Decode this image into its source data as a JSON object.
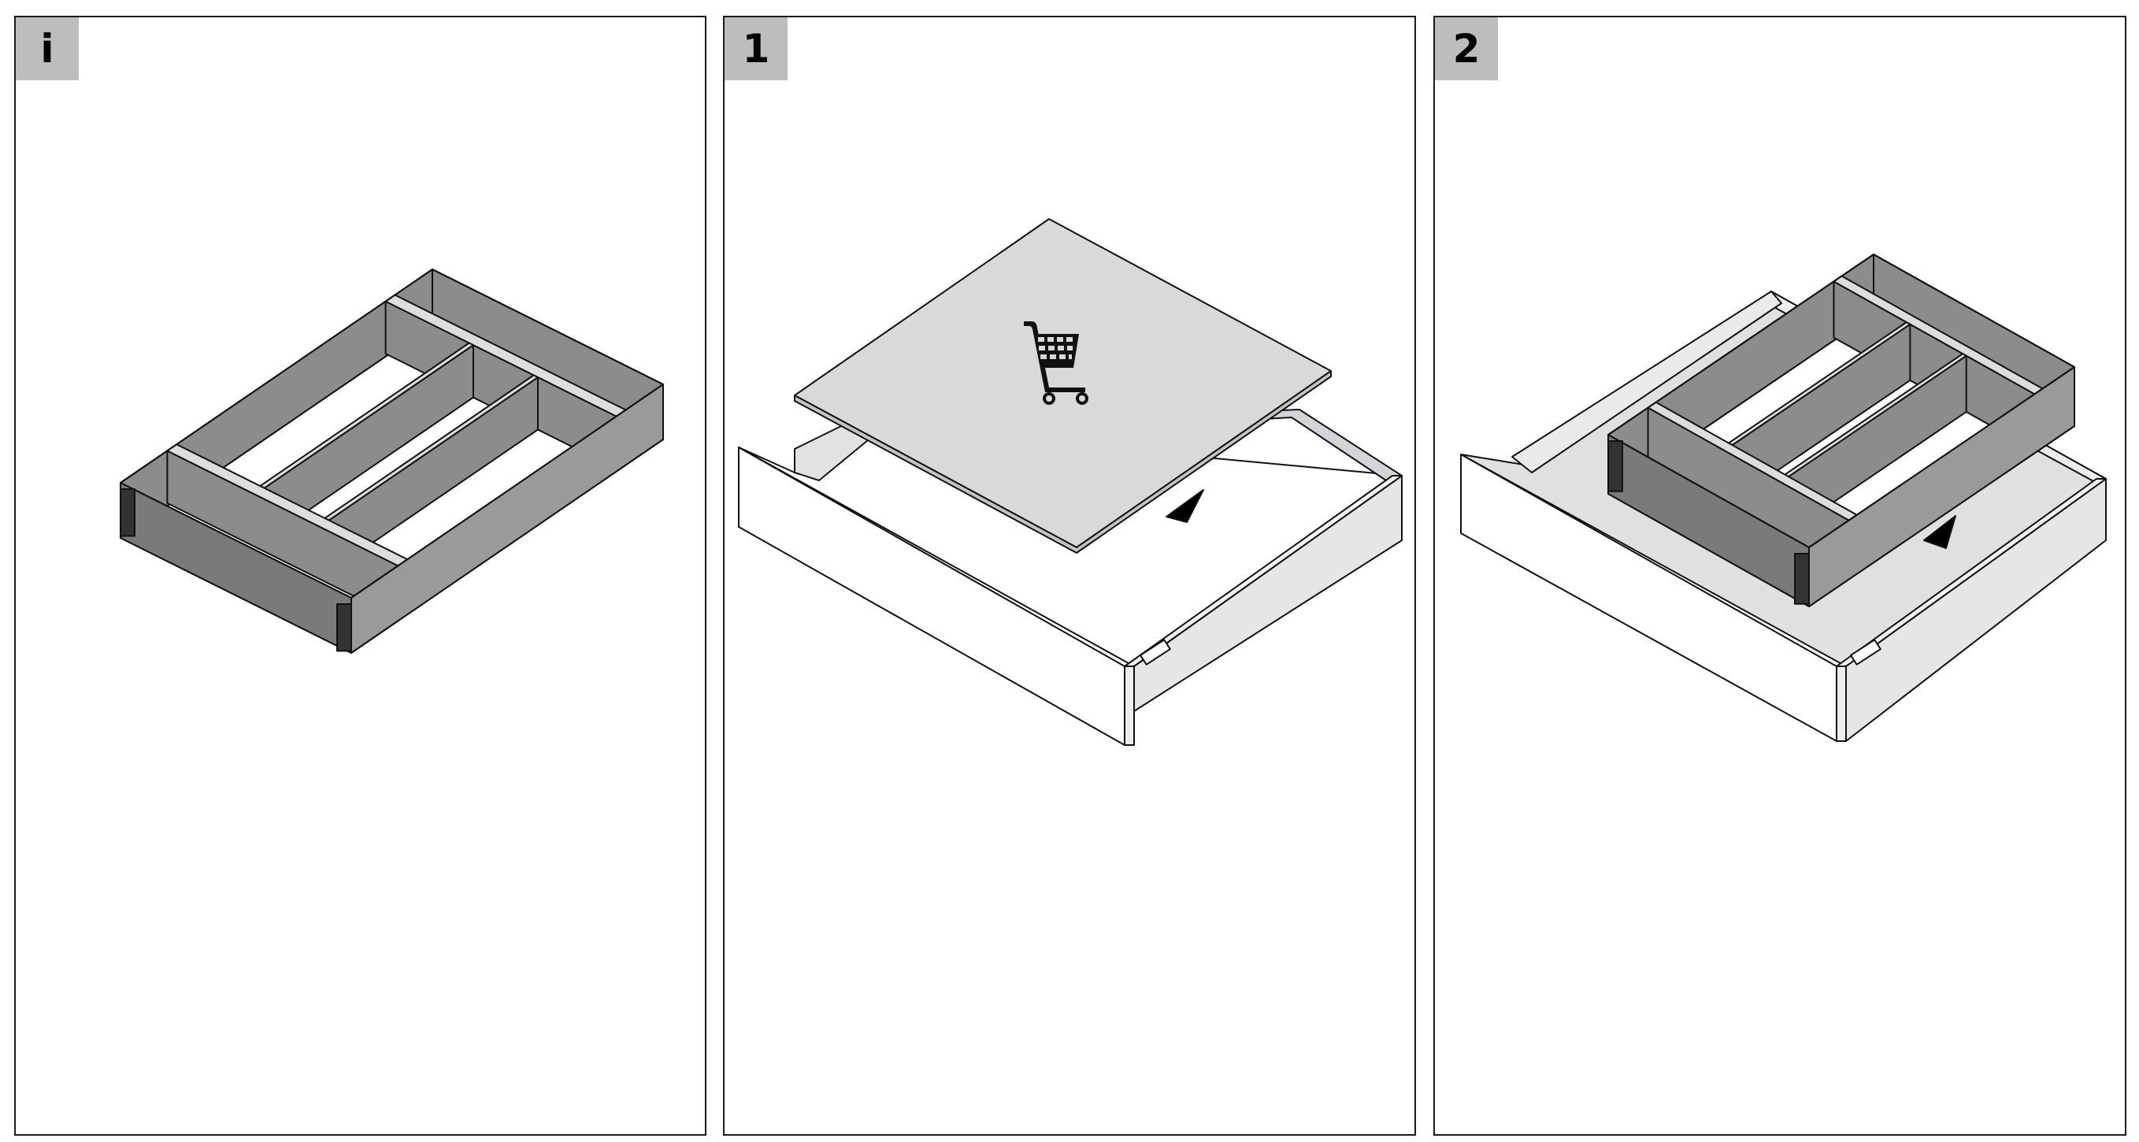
{
  "panels": [
    {
      "label": "i",
      "content": "cutlery-organizer-insert"
    },
    {
      "label": "1",
      "content": "measure-drawer-base-and-order"
    },
    {
      "label": "2",
      "content": "place-insert-into-drawer"
    }
  ],
  "colors": {
    "label_bg": "#bdbdbd",
    "wall_gray": "#8c8c8c",
    "board_gray": "#d9d9d9",
    "frame": "#1a1a1a"
  }
}
